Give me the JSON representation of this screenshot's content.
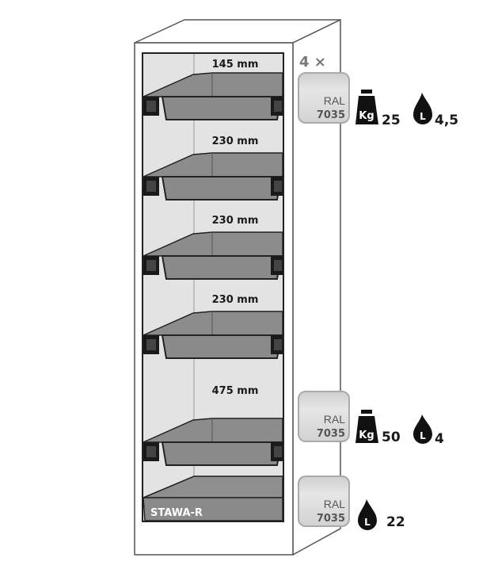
{
  "product_name": "STAWA-R",
  "compartment_heights": [
    "145 mm",
    "230 mm",
    "230 mm",
    "230 mm",
    "475 mm"
  ],
  "drawer_count_label": "4 ×",
  "specs": [
    {
      "ral_label": "RAL",
      "ral_code": "7035",
      "load_kg": "25",
      "volume_l": "4,5"
    },
    {
      "ral_label": "RAL",
      "ral_code": "7035",
      "load_kg": "50",
      "volume_l": "4"
    },
    {
      "ral_label": "RAL",
      "ral_code": "7035",
      "volume_l": "22"
    }
  ],
  "icons": {
    "weight": "kg-weight-icon",
    "volume": "liter-drop-icon"
  },
  "colors": {
    "ral_7035": "#d7d7d7",
    "tray": "#8a8a8a",
    "interior": "#e3e3e3",
    "outline": "#222222"
  }
}
